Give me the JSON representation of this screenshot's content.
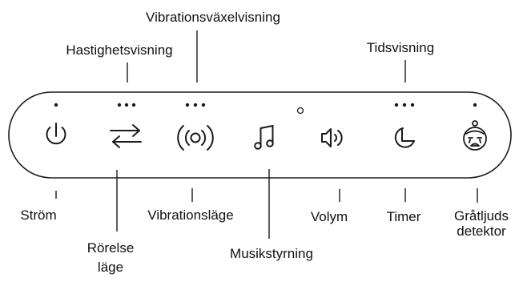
{
  "colors": {
    "ink": "#1a1a1a",
    "background": "#ffffff"
  },
  "top_labels": {
    "speed_display": "Hastighetsvisning",
    "vibration_switch_display": "Vibrationsväxelvisning",
    "time_display": "Tidsvisning"
  },
  "buttons": [
    {
      "icon": "power-icon",
      "label_lines": [
        "Ström"
      ]
    },
    {
      "icon": "swap-arrows-icon",
      "label_lines": [
        "Rörelse",
        "läge"
      ]
    },
    {
      "icon": "vibration-icon",
      "label_lines": [
        "Vibrationsläge"
      ]
    },
    {
      "icon": "music-note-icon",
      "label_lines": [
        "Musikstyrning"
      ]
    },
    {
      "icon": "speaker-icon",
      "label_lines": [
        "Volym"
      ]
    },
    {
      "icon": "timer-icon",
      "label_lines": [
        "Timer"
      ]
    },
    {
      "icon": "crying-baby-icon",
      "label_lines": [
        "Gråtljuds",
        "detektor"
      ]
    }
  ]
}
